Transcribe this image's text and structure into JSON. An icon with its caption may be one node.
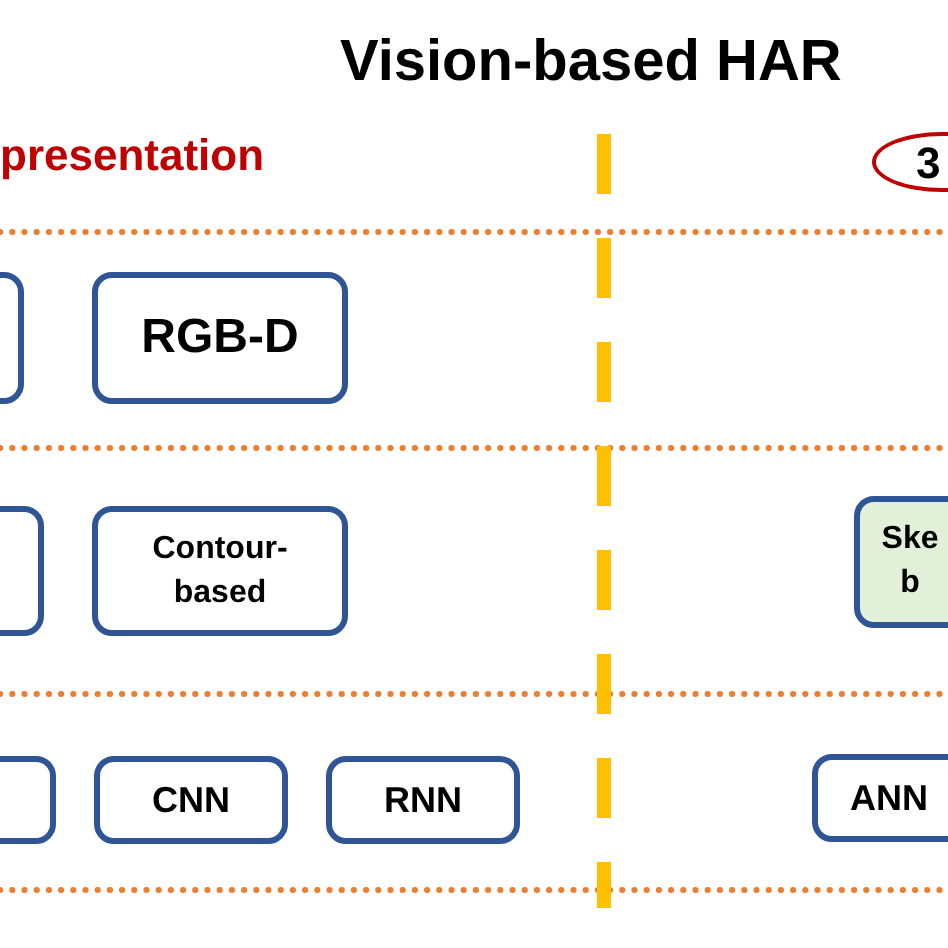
{
  "diagram": {
    "title": "Vision-based HAR",
    "nodes": [
      {
        "text": [
          "3"
        ]
      },
      {
        "text": [],
        "shape": "box"
      },
      {
        "text": [
          "RGB-D"
        ]
      },
      {
        "text": [],
        "shape": "box"
      },
      {
        "text": [
          "Contour-based"
        ]
      },
      {
        "text": [
          "Ske b"
        ]
      },
      {
        "text": [],
        "shape": "box"
      },
      {
        "text": [
          "CNN"
        ]
      },
      {
        "text": [
          "RNN"
        ]
      },
      {
        "text": [
          "ANN"
        ]
      }
    ],
    "labels": [
      "presentation"
    ]
  }
}
